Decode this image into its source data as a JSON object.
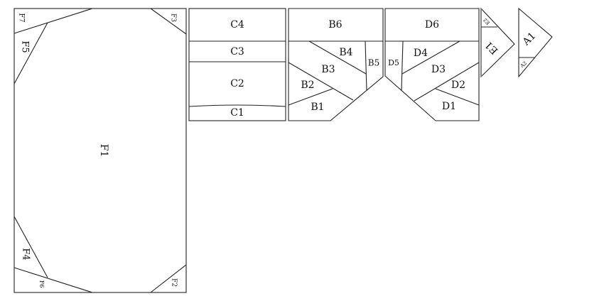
{
  "pattern": {
    "F": {
      "labels": [
        "F1",
        "F2",
        "F3",
        "F4",
        "F5",
        "F6",
        "F7"
      ]
    },
    "C": {
      "labels": [
        "C1",
        "C2",
        "C3",
        "C4"
      ]
    },
    "B": {
      "labels": [
        "B1",
        "B2",
        "B3",
        "B4",
        "B5",
        "B6"
      ]
    },
    "D": {
      "labels": [
        "D1",
        "D2",
        "D3",
        "D4",
        "D5",
        "D6"
      ]
    },
    "E": {
      "labels": [
        "E1",
        "E2"
      ]
    },
    "A": {
      "labels": [
        "A1",
        "A2"
      ]
    }
  }
}
